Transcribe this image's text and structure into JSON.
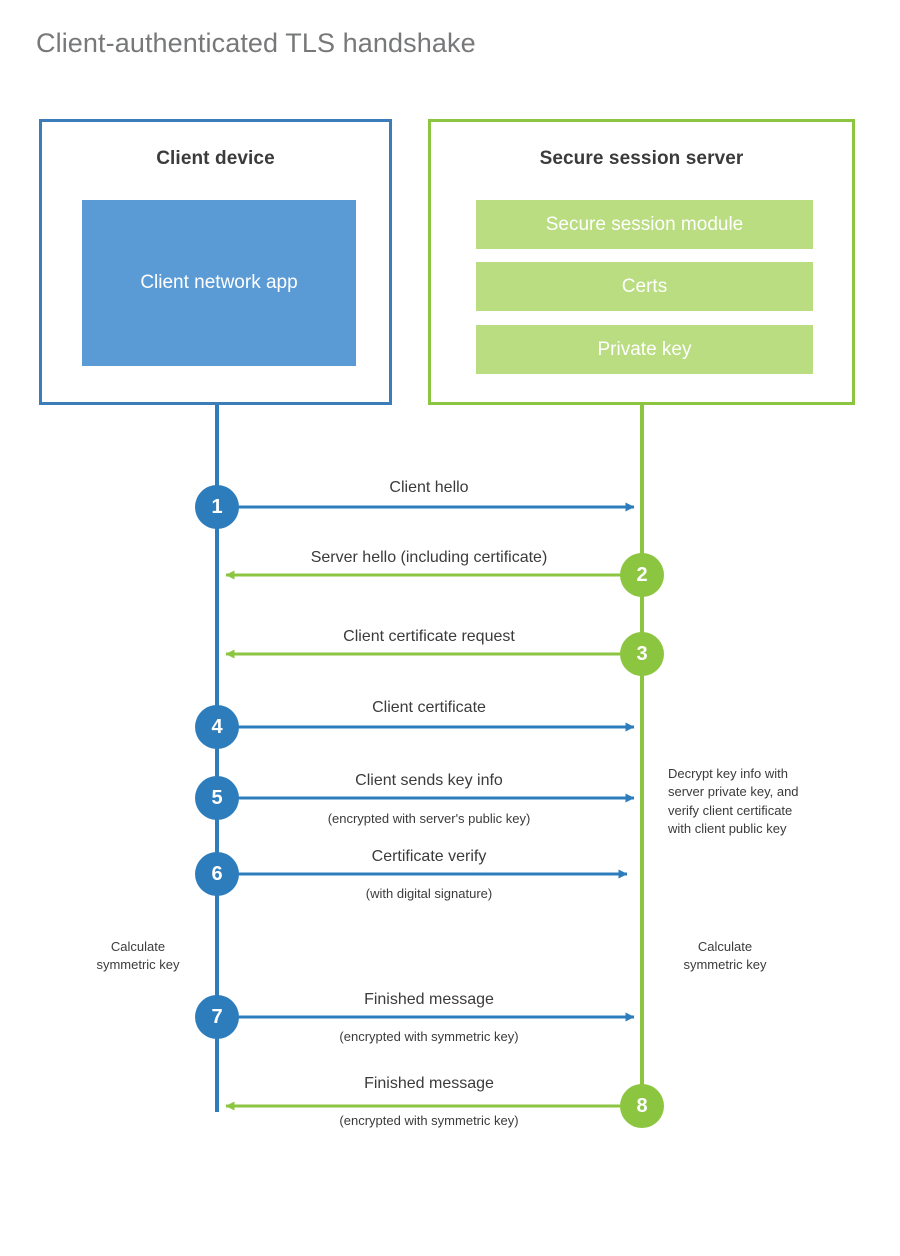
{
  "title": "Client-authenticated TLS handshake",
  "colors": {
    "client_accent": "#2d7dbd",
    "client_frame_border": "#3c7cb9",
    "client_app_fill": "#5b9bd5",
    "server_accent": "#8cc641",
    "server_frame_border": "#8cc641",
    "server_module_fill": "#b9dd80",
    "title_text": "#77787a",
    "body_text": "#3b3b3b"
  },
  "participants": {
    "client": {
      "title": "Client device",
      "components": [
        {
          "label": "Client network app"
        }
      ]
    },
    "server": {
      "title": "Secure session server",
      "components": [
        {
          "label": "Secure session module"
        },
        {
          "label": "Certs"
        },
        {
          "label": "Private key"
        }
      ]
    }
  },
  "steps": [
    {
      "number": "1",
      "label": "Client hello",
      "sub": "",
      "direction": "client-to-server",
      "actor": "client"
    },
    {
      "number": "2",
      "label": "Server hello (including certificate)",
      "sub": "",
      "direction": "server-to-client",
      "actor": "server"
    },
    {
      "number": "3",
      "label": "Client certificate request",
      "sub": "",
      "direction": "server-to-client",
      "actor": "server"
    },
    {
      "number": "4",
      "label": "Client certificate",
      "sub": "",
      "direction": "client-to-server",
      "actor": "client"
    },
    {
      "number": "5",
      "label": "Client sends key info",
      "sub": "(encrypted with server's public key)",
      "direction": "client-to-server",
      "actor": "client"
    },
    {
      "number": "6",
      "label": "Certificate verify",
      "sub": "(with digital signature)",
      "direction": "client-to-server",
      "actor": "client"
    },
    {
      "number": "7",
      "label": "Finished message",
      "sub": "(encrypted with symmetric key)",
      "direction": "client-to-server",
      "actor": "client"
    },
    {
      "number": "8",
      "label": "Finished message",
      "sub": "(encrypted with symmetric key)",
      "direction": "server-to-client",
      "actor": "server"
    }
  ],
  "notes": {
    "server_decrypt": "Decrypt key info with\nserver private key, and\nverify client certificate\nwith client public key",
    "server_decrypt_lines": [
      "Decrypt key info with",
      "server private key, and",
      "verify client certificate",
      "with client public key"
    ],
    "client_calculate_lines": [
      "Calculate",
      "symmetric key"
    ],
    "server_calculate_lines": [
      "Calculate",
      "symmetric key"
    ]
  }
}
